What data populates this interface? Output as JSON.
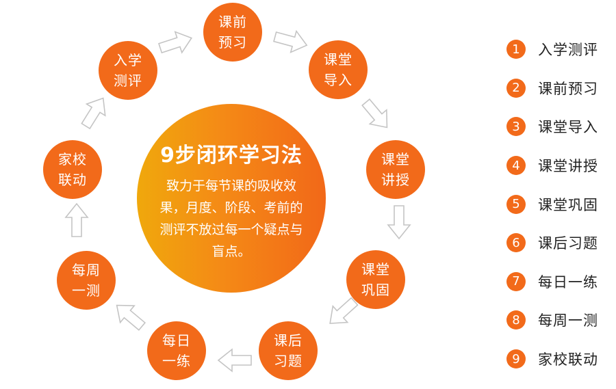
{
  "center": {
    "title": "9步闭环学习法",
    "description": "致力于每节课的吸收效果，月度、阶段、考前的测评不放过每一个疑点与盲点。"
  },
  "steps": [
    {
      "num": "1",
      "line1": "入学",
      "line2": "测评",
      "label": "入学测评"
    },
    {
      "num": "2",
      "line1": "课前",
      "line2": "预习",
      "label": "课前预习"
    },
    {
      "num": "3",
      "line1": "课堂",
      "line2": "导入",
      "label": "课堂导入"
    },
    {
      "num": "4",
      "line1": "课堂",
      "line2": "讲授",
      "label": "课堂讲授"
    },
    {
      "num": "5",
      "line1": "课堂",
      "line2": "巩固",
      "label": "课堂巩固"
    },
    {
      "num": "6",
      "line1": "课后",
      "line2": "习题",
      "label": "课后习题"
    },
    {
      "num": "7",
      "line1": "每日",
      "line2": "一练",
      "label": "每日一练"
    },
    {
      "num": "8",
      "line1": "每周",
      "line2": "一测",
      "label": "每周一测"
    },
    {
      "num": "9",
      "line1": "家校",
      "line2": "联动",
      "label": "家校联动"
    }
  ],
  "colors": {
    "accent": "#f26a1a",
    "gradient_start": "#f0a80c",
    "gradient_end": "#f26818",
    "arrow_stroke": "#c8c8c8"
  }
}
